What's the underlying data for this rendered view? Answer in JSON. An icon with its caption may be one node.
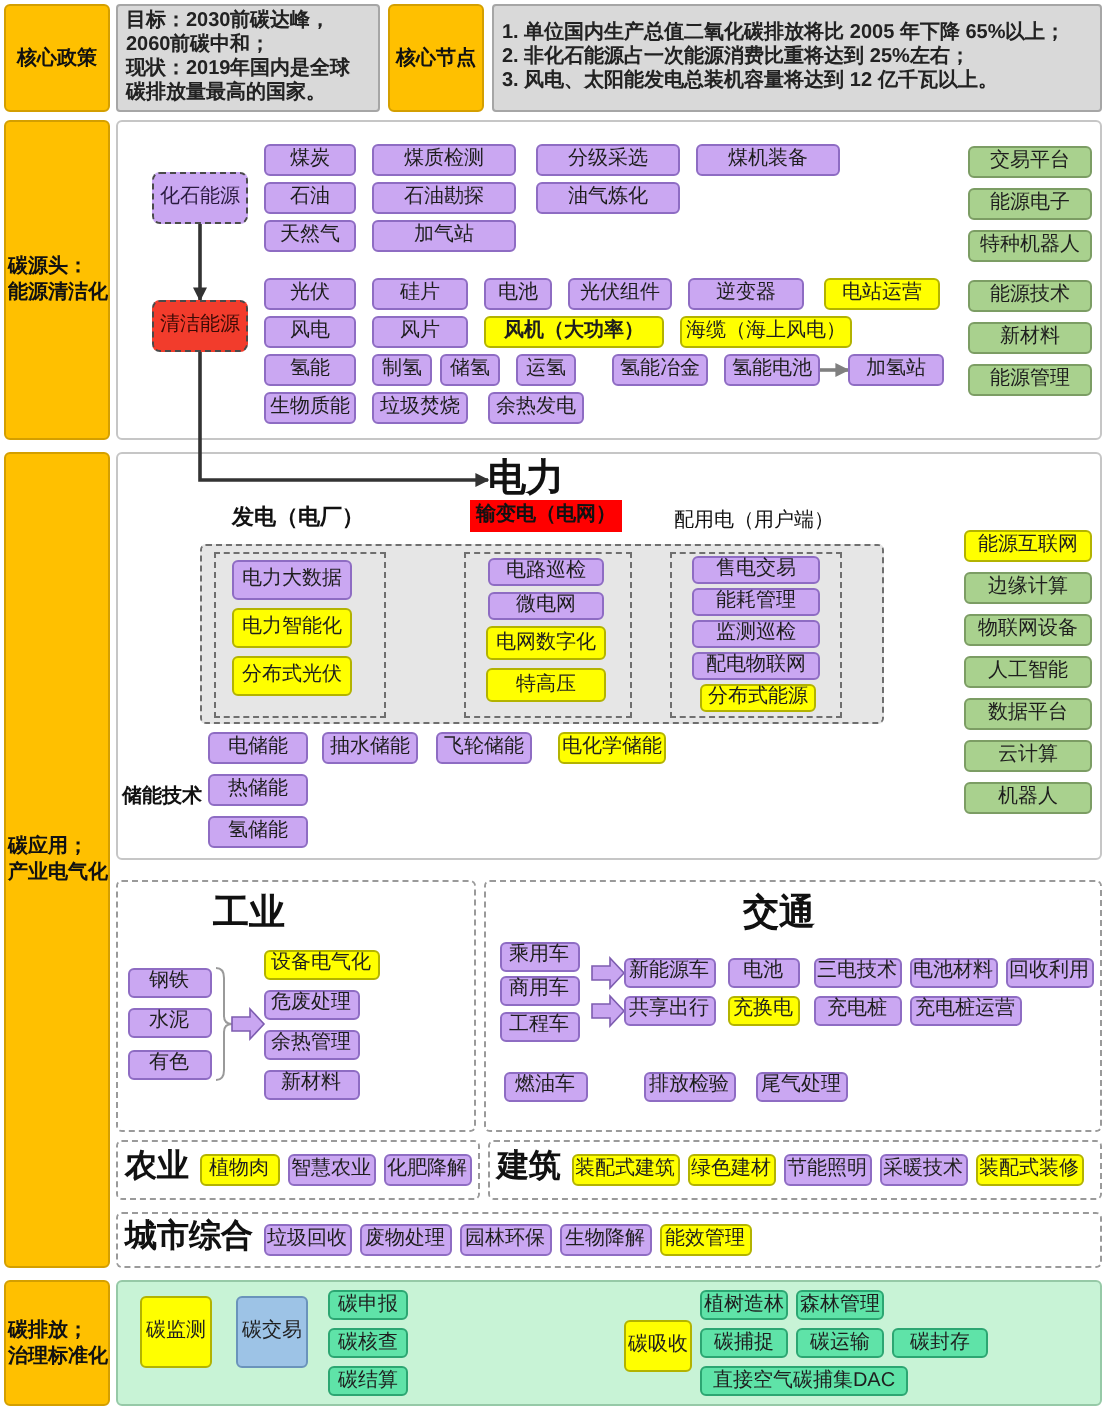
{
  "diagram": {
    "nodes": [
      {
        "text": [
          "核心政策"
        ]
      },
      {
        "text": [
          "目标：2030前碳达峰，2060前碳中和；",
          "现状：2019年国内是全球碳排放量最高的国家。"
        ]
      },
      {
        "text": [
          "核心节点"
        ]
      },
      {
        "text": [
          "1. 单位国内生产总值二氧化碳排放将比 2005 年下降 65%以上；",
          "2. 非化石能源占一次能源消费比重将达到 25%左右；",
          "3. 风电、太阳能发电总装机容量将达到 12 亿千瓦以上。"
        ]
      },
      {
        "text": [
          "碳源头：能源清洁化"
        ]
      },
      {
        "text": [],
        "shape": "box"
      },
      {
        "text": [
          "化石能源"
        ],
        "in": 5
      },
      {
        "text": [
          "煤炭"
        ],
        "in": 5
      },
      {
        "text": [
          "煤质检测"
        ],
        "in": 5
      },
      {
        "text": [
          "分级采选"
        ],
        "in": 5
      },
      {
        "text": [
          "煤机装备"
        ],
        "in": 5
      },
      {
        "text": [
          "石油"
        ],
        "in": 5
      },
      {
        "text": [
          "石油勘探"
        ],
        "in": 5
      },
      {
        "text": [
          "油气炼化"
        ],
        "in": 5
      },
      {
        "text": [
          "天然气"
        ],
        "in": 5
      },
      {
        "text": [
          "加气站"
        ],
        "in": 5
      },
      {
        "text": [
          "清洁能源"
        ],
        "in": 5
      },
      {
        "text": [
          "光伏"
        ],
        "in": 5
      },
      {
        "text": [
          "硅片"
        ],
        "in": 5
      },
      {
        "text": [
          "电池"
        ],
        "in": 5
      },
      {
        "text": [
          "光伏组件"
        ],
        "in": 5
      },
      {
        "text": [
          "逆变器"
        ],
        "in": 5
      },
      {
        "text": [
          "电站运营"
        ],
        "in": 5
      },
      {
        "text": [
          "风电"
        ],
        "in": 5
      },
      {
        "text": [
          "风片"
        ],
        "in": 5
      },
      {
        "text": [
          "风机（大功率）"
        ],
        "in": 5
      },
      {
        "text": [
          "海缆（海上风电）"
        ],
        "in": 5
      },
      {
        "text": [
          "氢能"
        ],
        "in": 5
      },
      {
        "text": [
          "制氢"
        ],
        "in": 5
      },
      {
        "text": [
          "储氢"
        ],
        "in": 5
      },
      {
        "text": [
          "运氢"
        ],
        "in": 5
      },
      {
        "text": [
          "氢能冶金"
        ],
        "in": 5
      },
      {
        "text": [
          "氢能电池"
        ],
        "in": 5
      },
      {
        "text": [
          "加氢站"
        ],
        "in": 5
      },
      {
        "text": [
          "生物质能"
        ],
        "in": 5
      },
      {
        "text": [
          "垃圾焚烧"
        ],
        "in": 5
      },
      {
        "text": [
          "余热发电"
        ],
        "in": 5
      },
      {
        "text": [
          "交易平台"
        ],
        "in": 5
      },
      {
        "text": [
          "能源电子"
        ],
        "in": 5
      },
      {
        "text": [
          "特种机器人"
        ],
        "in": 5
      },
      {
        "text": [
          "能源技术"
        ],
        "in": 5
      },
      {
        "text": [
          "新材料"
        ],
        "in": 5
      },
      {
        "text": [
          "能源管理"
        ],
        "in": 5
      },
      {
        "text": [
          "碳应用；产业电气化"
        ]
      },
      {
        "text": [],
        "shape": "box"
      },
      {
        "text": [
          "电力"
        ],
        "in": 44
      },
      {
        "text": [],
        "shape": "box",
        "in": 44
      },
      {
        "text": [
          "发电（电厂）"
        ],
        "in": 46
      },
      {
        "text": [
          "电力大数据"
        ],
        "in": 47
      },
      {
        "text": [
          "电力智能化"
        ],
        "in": 47
      },
      {
        "text": [
          "分布式光伏"
        ],
        "in": 47
      },
      {
        "text": [
          "输变电（电网）"
        ],
        "in": 46
      },
      {
        "text": [
          "电路巡检"
        ],
        "in": 51
      },
      {
        "text": [
          "微电网"
        ],
        "in": 51
      },
      {
        "text": [
          "电网数字化"
        ],
        "in": 51
      },
      {
        "text": [
          "特高压"
        ],
        "in": 51
      },
      {
        "text": [
          "配用电（用户端）"
        ],
        "in": 46
      },
      {
        "text": [
          "售电交易"
        ],
        "in": 56
      },
      {
        "text": [
          "能耗管理"
        ],
        "in": 56
      },
      {
        "text": [
          "监测巡检"
        ],
        "in": 56
      },
      {
        "text": [
          "配电物联网"
        ],
        "in": 56
      },
      {
        "text": [
          "分布式能源"
        ],
        "in": 56
      },
      {
        "text": [
          "电储能"
        ],
        "in": 44
      },
      {
        "text": [
          "抽水储能"
        ],
        "in": 44
      },
      {
        "text": [
          "飞轮储能"
        ],
        "in": 44
      },
      {
        "text": [
          "电化学储能"
        ],
        "in": 44
      },
      {
        "text": [
          "热储能"
        ],
        "in": 44
      },
      {
        "text": [
          "氢储能"
        ],
        "in": 44
      },
      {
        "text": [
          "能源互联网"
        ],
        "in": 44
      },
      {
        "text": [
          "边缘计算"
        ],
        "in": 44
      },
      {
        "text": [
          "物联网设备"
        ],
        "in": 44
      },
      {
        "text": [
          "人工智能"
        ],
        "in": 44
      },
      {
        "text": [
          "数据平台"
        ],
        "in": 44
      },
      {
        "text": [
          "云计算"
        ],
        "in": 44
      },
      {
        "text": [
          "机器人"
        ],
        "in": 44
      },
      {
        "text": [
          "工业"
        ]
      },
      {
        "text": [
          "钢铁"
        ],
        "in": 75
      },
      {
        "text": [
          "水泥"
        ],
        "in": 75
      },
      {
        "text": [
          "有色"
        ],
        "in": 75
      },
      {
        "text": [
          "设备电气化"
        ],
        "in": 75
      },
      {
        "text": [
          "危废处理"
        ],
        "in": 75
      },
      {
        "text": [
          "余热管理"
        ],
        "in": 75
      },
      {
        "text": [
          "新材料"
        ],
        "in": 75
      },
      {
        "text": [
          "交通"
        ]
      },
      {
        "text": [
          "乘用车"
        ],
        "in": 83
      },
      {
        "text": [
          "商用车"
        ],
        "in": 83
      },
      {
        "text": [
          "工程车"
        ],
        "in": 83
      },
      {
        "text": [
          "新能源车"
        ],
        "in": 83
      },
      {
        "text": [
          "共享出行"
        ],
        "in": 83
      },
      {
        "text": [
          "电池"
        ],
        "in": 83
      },
      {
        "text": [
          "充换电"
        ],
        "in": 83
      },
      {
        "text": [
          "三电技术"
        ],
        "in": 83
      },
      {
        "text": [
          "电池材料"
        ],
        "in": 83
      },
      {
        "text": [
          "回收利用"
        ],
        "in": 83
      },
      {
        "text": [
          "充电桩"
        ],
        "in": 83
      },
      {
        "text": [
          "充电桩运营"
        ],
        "in": 83
      },
      {
        "text": [
          "燃油车"
        ],
        "in": 83
      },
      {
        "text": [
          "排放检验"
        ],
        "in": 83
      },
      {
        "text": [
          "尾气处理"
        ],
        "in": 83
      },
      {
        "text": [
          "农业"
        ]
      },
      {
        "text": [
          "植物肉"
        ],
        "in": 99
      },
      {
        "text": [
          "智慧农业"
        ],
        "in": 99
      },
      {
        "text": [
          "化肥降解"
        ],
        "in": 99
      },
      {
        "text": [
          "建筑"
        ]
      },
      {
        "text": [
          "装配式建筑"
        ],
        "in": 103
      },
      {
        "text": [
          "绿色建材"
        ],
        "in": 103
      },
      {
        "text": [
          "节能照明"
        ],
        "in": 103
      },
      {
        "text": [
          "采暖技术"
        ],
        "in": 103
      },
      {
        "text": [
          "装配式装修"
        ],
        "in": 103
      },
      {
        "text": [
          "城市综合"
        ]
      },
      {
        "text": [
          "垃圾回收"
        ],
        "in": 109
      },
      {
        "text": [
          "废物处理"
        ],
        "in": 109
      },
      {
        "text": [
          "园林环保"
        ],
        "in": 109
      },
      {
        "text": [
          "生物降解"
        ],
        "in": 109
      },
      {
        "text": [
          "能效管理"
        ],
        "in": 109
      },
      {
        "text": [
          "碳排放；治理标准化"
        ]
      },
      {
        "text": [],
        "shape": "box"
      },
      {
        "text": [
          "碳监测"
        ],
        "in": 116
      },
      {
        "text": [
          "碳交易"
        ],
        "in": 116
      },
      {
        "text": [
          "碳申报"
        ],
        "in": 116
      },
      {
        "text": [
          "碳核查"
        ],
        "in": 116
      },
      {
        "text": [
          "碳结算"
        ],
        "in": 116
      },
      {
        "text": [
          "碳吸收"
        ],
        "in": 116
      },
      {
        "text": [
          "植树造林"
        ],
        "in": 116
      },
      {
        "text": [
          "森林管理"
        ],
        "in": 116
      },
      {
        "text": [
          "碳捕捉"
        ],
        "in": 116
      },
      {
        "text": [
          "碳运输"
        ],
        "in": 116
      },
      {
        "text": [
          "碳封存"
        ],
        "in": 116
      },
      {
        "text": [
          "直接空气碳捕集DAC"
        ],
        "in": 116
      },
      {
        "text": [],
        "shape": "brace",
        "in": 75
      }
    ],
    "edges": [
      {
        "from": 6,
        "to": 16,
        "arrow": "to",
        "color": "#333333"
      },
      {
        "from": 16,
        "to": 45,
        "arrow": "to",
        "color": "#333333"
      },
      {
        "from": 32,
        "to": 33,
        "arrow": "to",
        "color": "#808080"
      },
      {
        "from": null,
        "to": 87,
        "arrow": "to",
        "style": "thick",
        "color": "#c9a6f1"
      },
      {
        "from": null,
        "to": 88,
        "arrow": "to",
        "style": "thick",
        "color": "#c9a6f1"
      },
      {
        "from": 129,
        "to": null,
        "arrow": "to",
        "style": "thick",
        "color": "#c9a6f1"
      }
    ],
    "labels": [
      "储能技术"
    ]
  }
}
